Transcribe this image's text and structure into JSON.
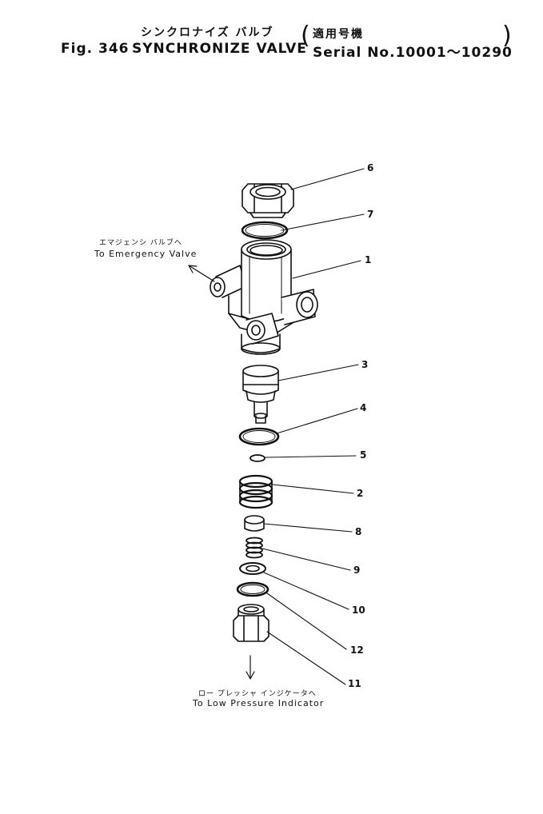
{
  "header": {
    "title_jp": "シンクロナイズ バルブ",
    "applicable_jp": "適用号機",
    "fig_label": "Fig. 346",
    "title": "SYNCHRONIZE VALVE",
    "serial": "Serial No.10001～10290"
  },
  "notes": {
    "emergency_jp": "エマジェンシ バルブへ",
    "emergency": "To Emergency Valve",
    "low_pressure_jp": "ロー プレッシャ インジケータへ",
    "low_pressure": "To Low Pressure Indicator"
  },
  "callouts": {
    "c6": "6",
    "c7": "7",
    "c1": "1",
    "c3": "3",
    "c4": "4",
    "c5": "5",
    "c2": "2",
    "c8": "8",
    "c9": "9",
    "c10": "10",
    "c12": "12",
    "c11": "11"
  },
  "colors": {
    "ink": "#111111",
    "paper": "#ffffff"
  }
}
